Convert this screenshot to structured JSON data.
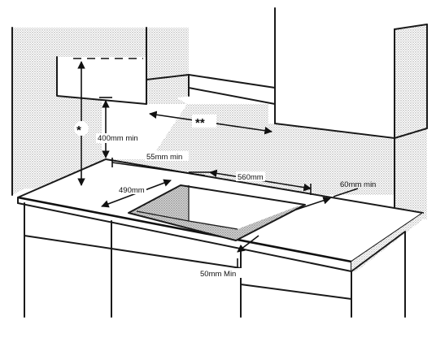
{
  "labels": {
    "wall_clearance_symbol": "*",
    "hood_distance": "400mm min",
    "rear_min": "55mm min",
    "cutout_width": "560mm",
    "cutout_depth": "490mm",
    "side_min": "60mm min",
    "front_min": "50mm Min",
    "between_cabinets": "**"
  },
  "colors": {
    "line": "#1a1a1a",
    "background": "#ffffff"
  }
}
